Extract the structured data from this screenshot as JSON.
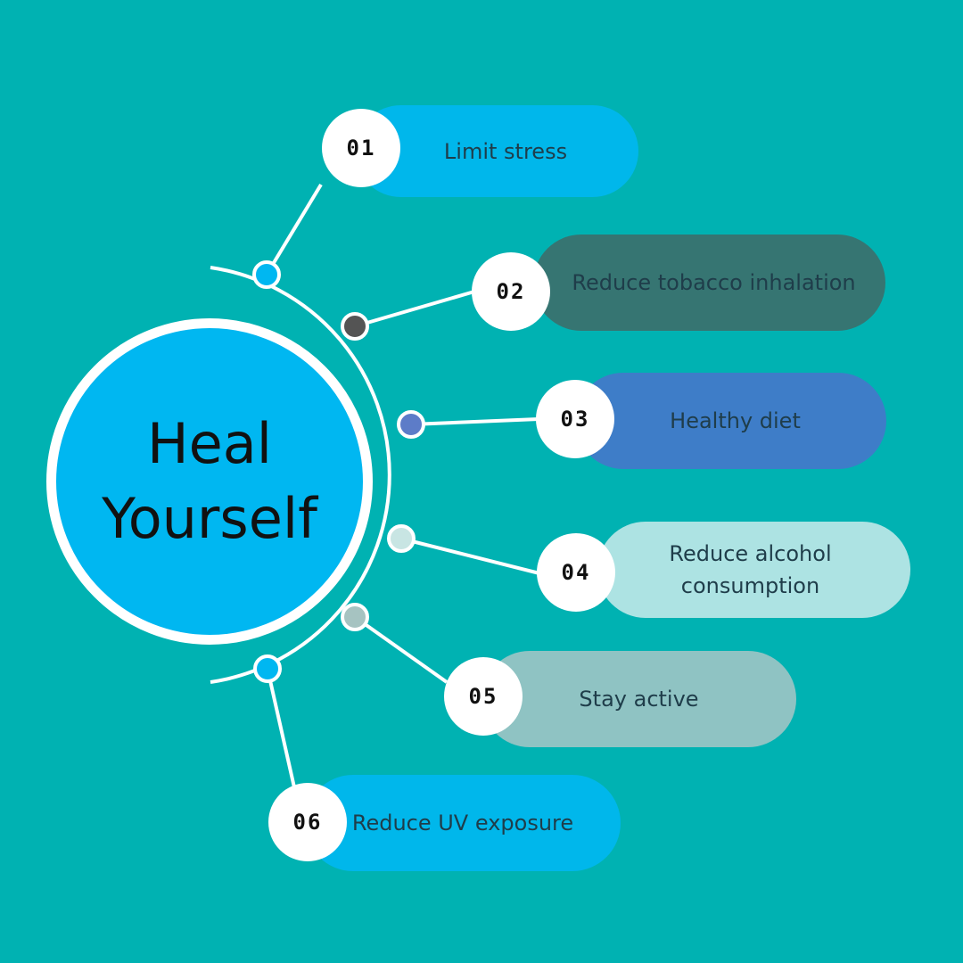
{
  "title": "Heal Yourself",
  "colors": {
    "background": "#00B2B2",
    "hub": "#00B7F1",
    "line": "#FFFFFF"
  },
  "items": [
    {
      "number": "01",
      "label": "Limit stress",
      "color": "#00B7EB",
      "dot_color": "#00B7F1"
    },
    {
      "number": "02",
      "label": "Reduce tobacco inhalation",
      "color": "#367572",
      "dot_color": "#545454"
    },
    {
      "number": "03",
      "label": "Healthy diet",
      "color": "#3E7DC8",
      "dot_color": "#5D7CC8"
    },
    {
      "number": "04",
      "label": "Reduce alcohol consumption",
      "color": "#ADE3E3",
      "dot_color": "#C8E5E3"
    },
    {
      "number": "05",
      "label": "Stay active",
      "color": "#8FC3C3",
      "dot_color": "#A6C3C1"
    },
    {
      "number": "06",
      "label": "Reduce UV exposure",
      "color": "#00B7EB",
      "dot_color": "#00B7F1"
    }
  ]
}
